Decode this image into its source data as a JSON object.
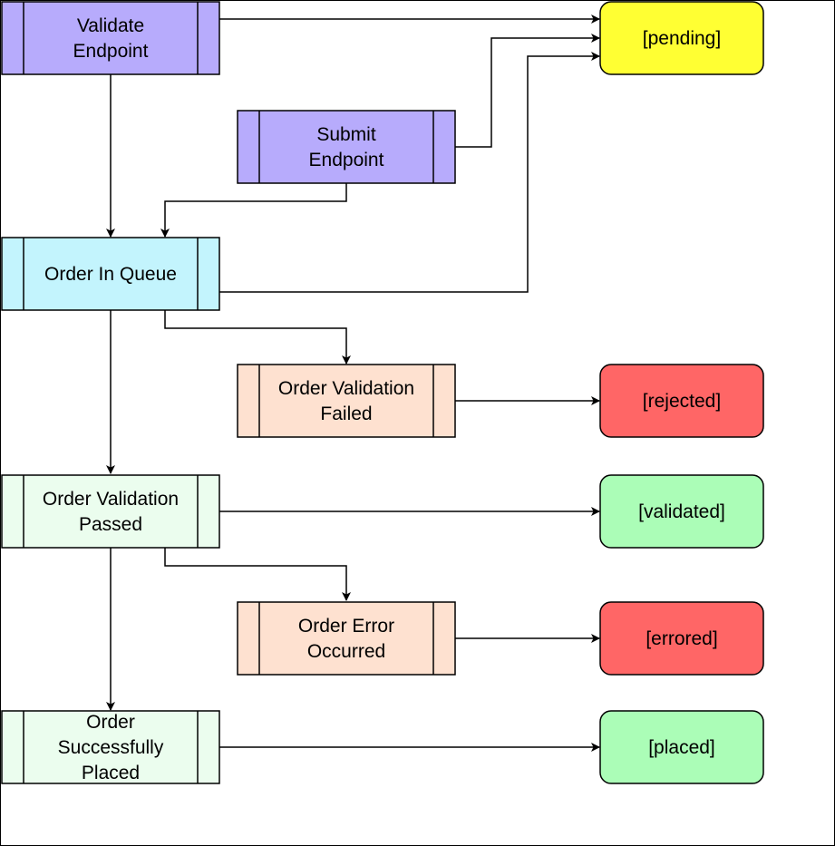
{
  "colors": {
    "background": "#ffffff",
    "line": "#000000",
    "endpoint_fill": "#b7abfc",
    "queue_fill": "#c3f4fd",
    "failed_fill": "#fee1d0",
    "passed_fill": "#ebfdee",
    "state_pending": "#ffff33",
    "state_rejected": "#ff6666",
    "state_validated": "#abfdb7",
    "state_errored": "#ff6666",
    "state_placed": "#abfdb7"
  },
  "processes": {
    "validate_endpoint": {
      "lines": [
        "Validate",
        "Endpoint"
      ]
    },
    "submit_endpoint": {
      "lines": [
        "Submit",
        "Endpoint"
      ]
    },
    "order_in_queue": {
      "lines": [
        "Order In Queue"
      ]
    },
    "order_validation_failed": {
      "lines": [
        "Order Validation",
        "Failed"
      ]
    },
    "order_validation_passed": {
      "lines": [
        "Order Validation",
        "Passed"
      ]
    },
    "order_error_occurred": {
      "lines": [
        "Order Error",
        "Occurred"
      ]
    },
    "order_successfully_placed": {
      "lines": [
        "Order",
        "Successfully",
        "Placed"
      ]
    }
  },
  "states": {
    "pending": "[pending]",
    "rejected": "[rejected]",
    "validated": "[validated]",
    "errored": "[errored]",
    "placed": "[placed]"
  }
}
